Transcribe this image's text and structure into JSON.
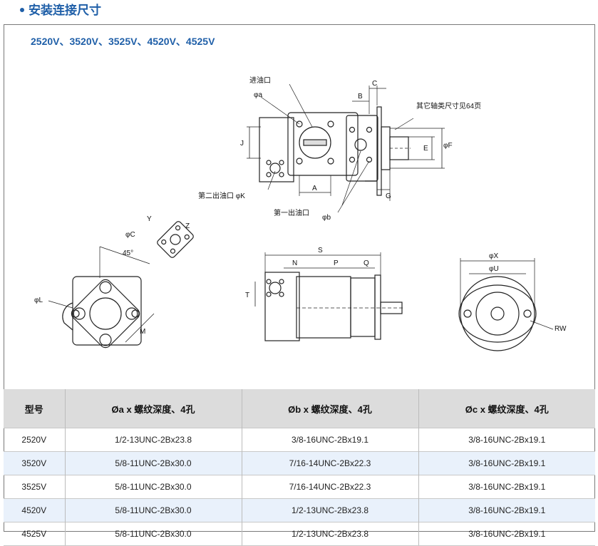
{
  "section": {
    "title": "安装连接尺寸"
  },
  "models": "2520V、3520V、3525V、4520V、4525V",
  "drawing": {
    "labels": {
      "inlet": "进油口",
      "phi_a": "φa",
      "B": "B",
      "C": "C",
      "other_shaft": "其它轴类尺寸见64页",
      "J": "J",
      "E": "E",
      "phi_F": "φF",
      "A": "A",
      "G": "G",
      "second_outlet": "第二出油口 φK",
      "first_outlet": "第一出油口",
      "phi_b": "φb",
      "Y": "Y",
      "Z": "Z",
      "phi_C": "φC",
      "angle": "45°",
      "phi_L": "φL",
      "M": "M",
      "S": "S",
      "N": "N",
      "P": "P",
      "Q": "Q",
      "T": "T",
      "phi_X": "φX",
      "phi_U": "φU",
      "RW": "RW"
    }
  },
  "table": {
    "headers": [
      "型号",
      "Øa x 螺纹深度、4孔",
      "Øb x 螺纹深度、4孔",
      "Øc x 螺纹深度、4孔"
    ],
    "rows": [
      [
        "2520V",
        "1/2-13UNC-2Bx23.8",
        "3/8-16UNC-2Bx19.1",
        "3/8-16UNC-2Bx19.1"
      ],
      [
        "3520V",
        "5/8-11UNC-2Bx30.0",
        "7/16-14UNC-2Bx22.3",
        "3/8-16UNC-2Bx19.1"
      ],
      [
        "3525V",
        "5/8-11UNC-2Bx30.0",
        "7/16-14UNC-2Bx22.3",
        "3/8-16UNC-2Bx19.1"
      ],
      [
        "4520V",
        "5/8-11UNC-2Bx30.0",
        "1/2-13UNC-2Bx23.8",
        "3/8-16UNC-2Bx19.1"
      ],
      [
        "4525V",
        "5/8-11UNC-2Bx30.0",
        "1/2-13UNC-2Bx23.8",
        "3/8-16UNC-2Bx19.1"
      ]
    ]
  }
}
